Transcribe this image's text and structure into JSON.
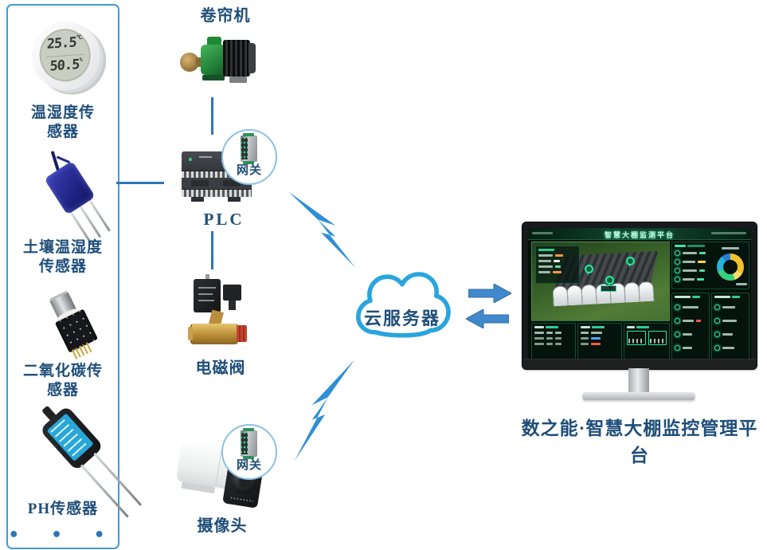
{
  "colors": {
    "label_blue": "#1f4e79",
    "connector_blue": "#2e75b6",
    "box_border_blue": "#419bd5",
    "cloud_blue": "#29a5dd",
    "lightning_blue": "#2e8ed6",
    "arrow_blue": "#4189cc",
    "dashboard_accent_green": "#2ee6a8"
  },
  "sensor_panel": {
    "items": [
      {
        "name": "temp-humidity-sensor",
        "label_line1": "温湿度传",
        "label_line2": "感器",
        "display": {
          "temperature": "25.5",
          "temperature_unit": "℃",
          "humidity": "50.5",
          "humidity_unit": "%"
        }
      },
      {
        "name": "soil-sensor",
        "label_line1": "土壤温湿度",
        "label_line2": "传感器"
      },
      {
        "name": "co2-sensor",
        "label_line1": "二氧化碳传",
        "label_line2": "感器"
      },
      {
        "name": "ph-sensor",
        "label_line1": "PH传感器",
        "label_line2": ""
      }
    ],
    "more_indicator": "•  •  •"
  },
  "nodes": {
    "roller_shutter_label": "卷帘机",
    "plc_label": "PLC",
    "gateway_label": "网关",
    "solenoid_valve_label": "电磁阀",
    "camera_label": "摄像头",
    "cloud_label": "云服务器"
  },
  "monitor": {
    "screen_title": "智慧大棚监测平台",
    "caption": "数之能·智慧大棚监控管理平台"
  }
}
